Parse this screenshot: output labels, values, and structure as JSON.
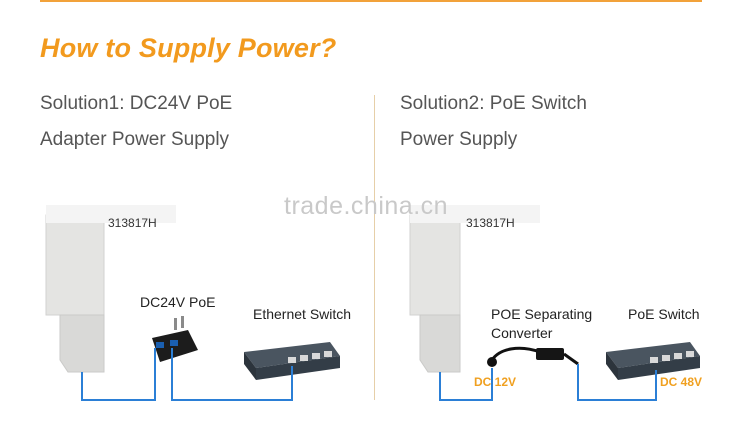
{
  "title": "How to Supply Power?",
  "solution1": {
    "line1": "Solution1: DC24V PoE",
    "line2": "Adapter Power Supply"
  },
  "solution2": {
    "line1": "Solution2: PoE Switch",
    "line2": "Power Supply"
  },
  "watermark": "trade.china.cn",
  "left_diagram": {
    "device_model": "313817H",
    "adapter_label": "DC24V PoE",
    "switch_label": "Ethernet Switch"
  },
  "right_diagram": {
    "device_model": "313817H",
    "converter_label_line1": "POE Separating",
    "converter_label_line2": "Converter",
    "switch_label": "PoE Switch",
    "voltage_in": "DC 12V",
    "voltage_switch": "DC 48V"
  },
  "colors": {
    "accent": "#f29a1e",
    "cable": "#2b7fd6",
    "device": "#e9e9e7",
    "switch": "#3a4550"
  }
}
